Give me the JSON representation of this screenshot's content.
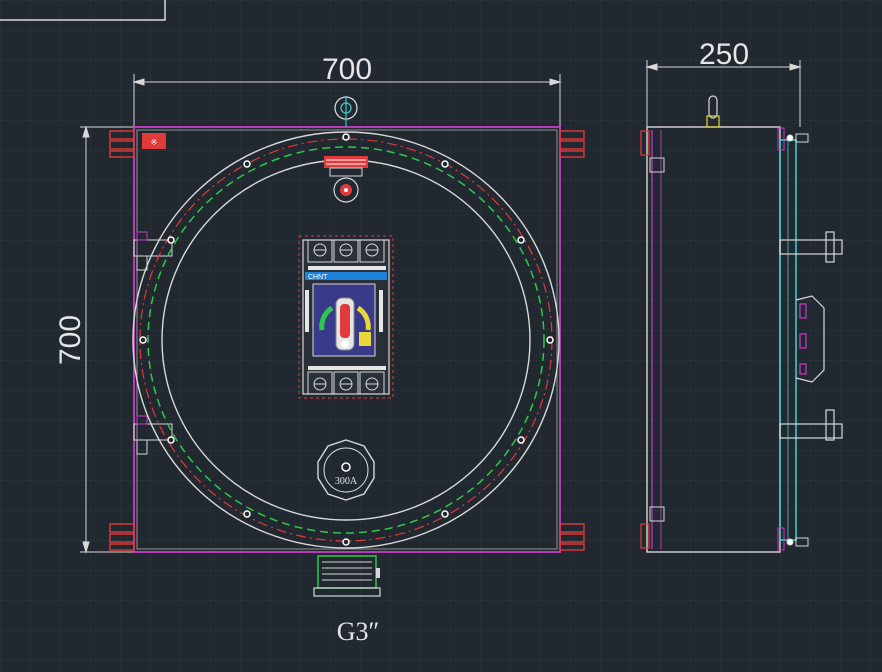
{
  "labels": {
    "front_width": "700",
    "front_height": "700",
    "side_depth": "250",
    "thread_label": "G3″",
    "gauge_label": "300A",
    "breaker_brand": "CHNT"
  },
  "colors": {
    "background": "#212830",
    "grid": "#2c333c",
    "outline": "#c83cc8",
    "dimension": "#d8d8d8",
    "red_line": "#e03a3a",
    "green_line": "#2ec84a",
    "cyan": "#3fc8c8",
    "yellow": "#e8d838"
  }
}
